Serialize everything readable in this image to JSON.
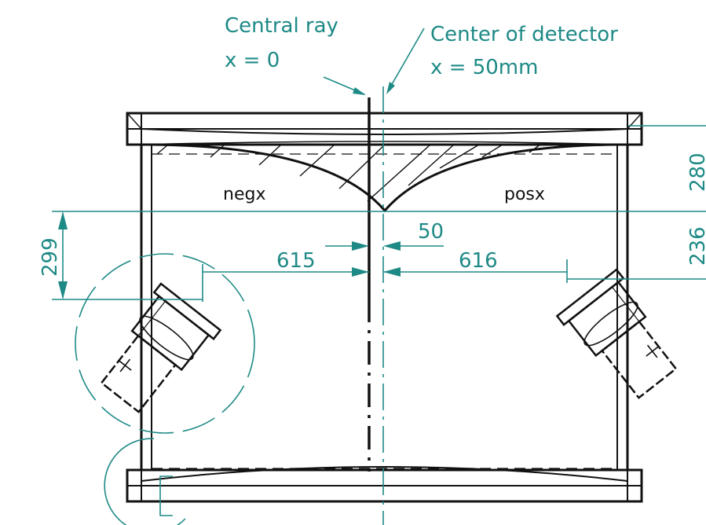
{
  "labels": {
    "central_ray": "Central ray",
    "central_ray_x": "x = 0",
    "center_detector": "Center of detector",
    "center_detector_x": "x = 50mm",
    "negx": "negx",
    "posx": "posx"
  },
  "dimensions": {
    "offset": "50",
    "left_distance": "615",
    "right_distance": "616",
    "left_vertical": "299",
    "right_top": "280",
    "right_bottom": "236"
  },
  "colors": {
    "annotation": "#1e8a86",
    "outline": "#111111"
  }
}
